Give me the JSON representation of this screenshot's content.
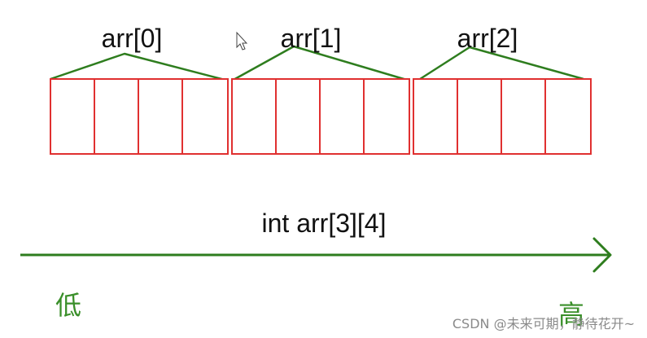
{
  "groups": [
    {
      "label": "arr[0]",
      "cells": 4
    },
    {
      "label": "arr[1]",
      "cells": 4
    },
    {
      "label": "arr[2]",
      "cells": 4
    }
  ],
  "declaration": "int arr[3][4]",
  "axis": {
    "low_label": "低",
    "high_label": "高"
  },
  "watermark": "CSDN @未来可期，静待花开~",
  "colors": {
    "cell_border": "#e03030",
    "brace": "#2e7d1e",
    "axis": "#2e7d1e",
    "endpoint_text": "#3a8f2a",
    "label_text": "#111111",
    "watermark_text": "#8a8a8a"
  }
}
